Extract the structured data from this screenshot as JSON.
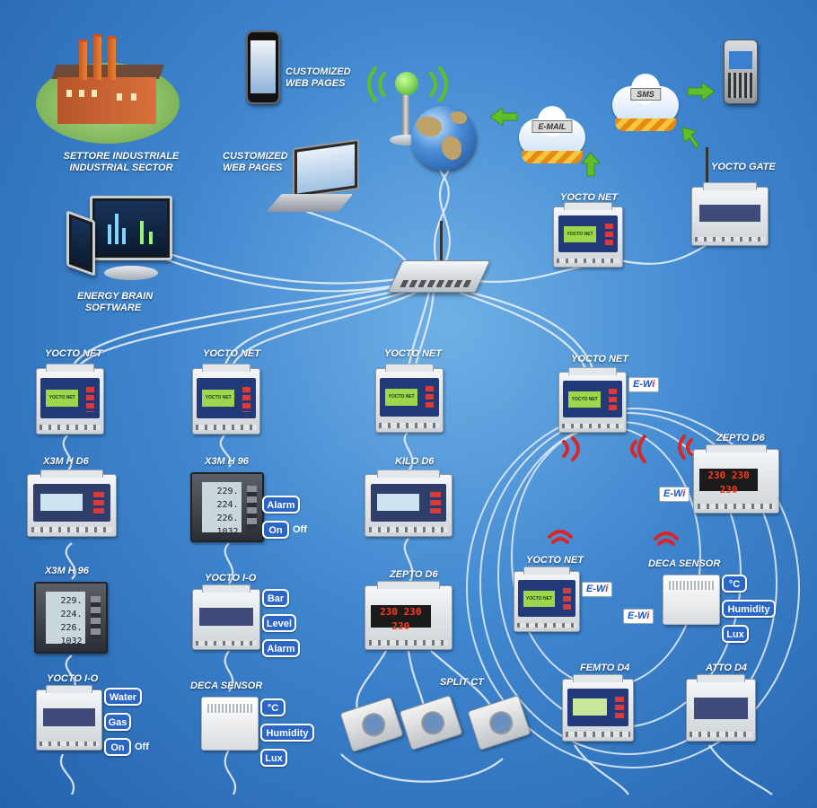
{
  "labels": {
    "industrial_it": "SETTORE INDUSTRIALE",
    "industrial_en": "INDUSTRIAL SECTOR",
    "web_pages_1_a": "CUSTOMIZED",
    "web_pages_1_b": "WEB PAGES",
    "web_pages_2_a": "CUSTOMIZED",
    "web_pages_2_b": "WEB PAGES",
    "software_a": "ENERGY BRAIN",
    "software_b": "SOFTWARE",
    "yocto_gate": "YOCTO GATE",
    "yocto_net_top": "YOCTO NET",
    "col1_yocto_net": "YOCTO NET",
    "col2_yocto_net": "YOCTO NET",
    "col3_yocto_net": "YOCTO NET",
    "col4_yocto_net": "YOCTO NET",
    "x3m_hd6": "X3M  H D6",
    "x3m_h96_a": "X3M  H  96",
    "x3m_h96_b": "X3M  H  96",
    "kilo_d6": "KILO D6",
    "zepto_d6_a": "ZEPTO D6",
    "zepto_d6_b": "ZEPTO D6",
    "yocto_io_a": "YOCTO I-O",
    "yocto_io_b": "YOCTO I-O",
    "deca_sensor_a": "DECA SENSOR",
    "deca_sensor_b": "DECA SENSOR",
    "split_ct": "SPLIT CT",
    "wireless_yocto_net": "YOCTO NET",
    "femto_d4": "FEMTO D4",
    "atto_d4": "ATTO D4"
  },
  "clouds": {
    "email": "E-MAIL",
    "sms": "SMS"
  },
  "ewi": {
    "prefix": "E-W",
    "suffix": "i"
  },
  "device_screens": {
    "yocto_net": "YOCTO NET",
    "zepto_display": "230 230 230",
    "x3m_line1": "229.",
    "x3m_line2": "224.",
    "x3m_line3": "226.",
    "x3m_line4": "1032"
  },
  "io_pills": {
    "x3m_h96": {
      "alarm": "Alarm",
      "on": "On",
      "off": "Off"
    },
    "yocto_io_mid": {
      "bar": "Bar",
      "level": "Level",
      "alarm": "Alarm"
    },
    "yocto_io_left": {
      "water": "Water",
      "gas": "Gas",
      "on": "On",
      "off": "Off"
    },
    "deca_left": {
      "temp": "°C",
      "humidity": "Humidity",
      "lux": "Lux"
    },
    "deca_right": {
      "temp": "°C",
      "humidity": "Humidity",
      "lux": "Lux"
    }
  },
  "colors": {
    "background": "#3f86cf",
    "wire": "#e6eef7",
    "pill": "#2b66c4",
    "led": "#ff3a1a",
    "lcd_green": "#9ed64c",
    "arrow_green": "#5fbf2a",
    "signal_red": "#d92626"
  }
}
